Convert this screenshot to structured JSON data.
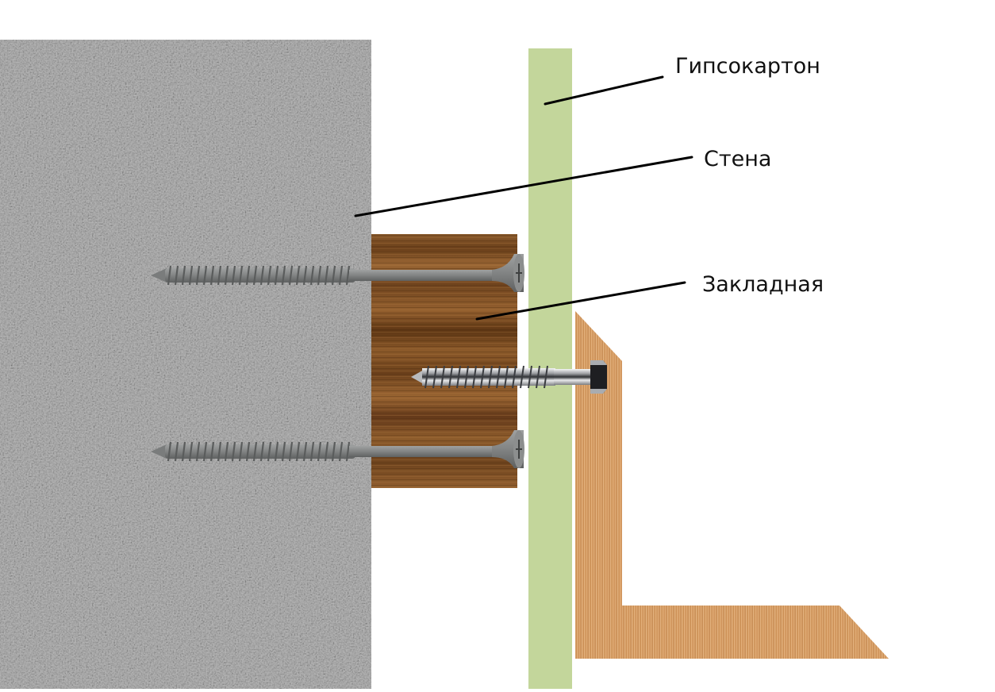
{
  "diagram": {
    "title": "",
    "labels": {
      "drywall": "Гипсокартон",
      "wall": "Стена",
      "embed": "Закладная"
    },
    "colors": {
      "background": "#ffffff",
      "concrete_base": "#a9a9a9",
      "concrete_dark": "#6e6e6e",
      "concrete_light": "#d2d2d2",
      "drywall": "#c3d69b",
      "embed_wood": "#7a4a22",
      "embed_wood_dark": "#5a3312",
      "embed_wood_light": "#9a6532",
      "shelf_wood": "#d49a60",
      "shelf_wood_dark": "#b97a42",
      "shelf_wood_light": "#e3b27c",
      "screw_gray": "#8a8c8c",
      "screw_gray_dark": "#5e6060",
      "lag_bolt": "#c8cacc",
      "leader_line": "#000000"
    }
  }
}
